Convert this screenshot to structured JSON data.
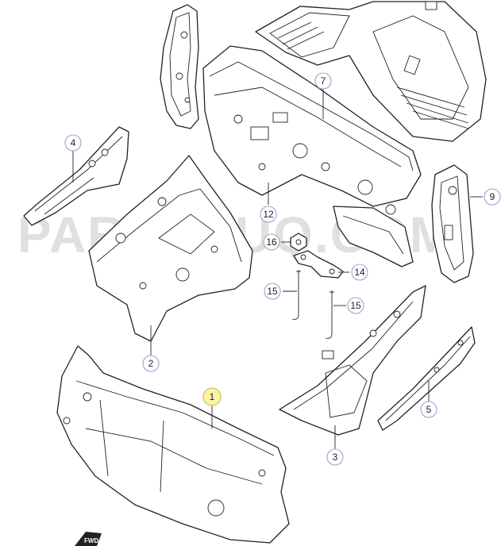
{
  "watermark": "PARTSOUQ.COM",
  "fwd_label": "FWD",
  "callouts": {
    "c1": "1",
    "c2": "2",
    "c3": "3",
    "c4": "4",
    "c5": "5",
    "c7": "7",
    "c9": "9",
    "c12": "12",
    "c14": "14",
    "c15a": "15",
    "c15b": "15",
    "c16": "16"
  },
  "colors": {
    "highlight": "#fdf3a6",
    "callout_border": "#9aa3d6"
  }
}
